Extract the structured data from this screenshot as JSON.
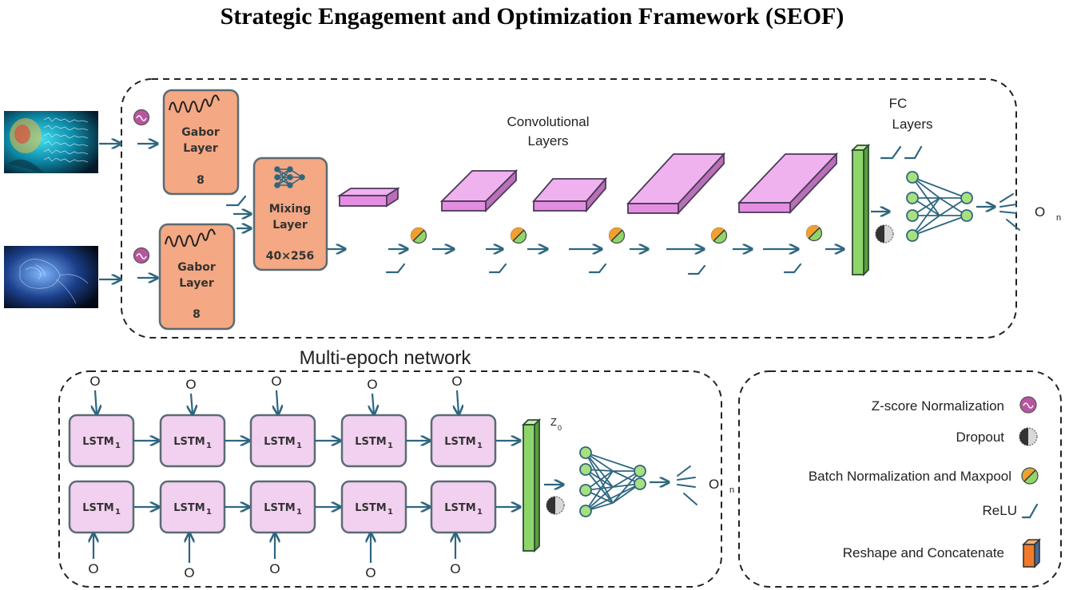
{
  "title": "Strategic Engagement and Optimization Framework (SEOF)",
  "single_epoch": {
    "gabor_layers": [
      {
        "label_line1": "Gabor",
        "label_line2": "Layer",
        "count": "8"
      },
      {
        "label_line1": "Gabor",
        "label_line2": "Layer",
        "count": "8"
      }
    ],
    "mixing_layer": {
      "label_line1": "Mixing",
      "label_line2": "Layer",
      "size": "40×256"
    },
    "conv_label_line1": "Convolutional",
    "conv_label_line2": "Layers",
    "fc_label_line1": "FC",
    "fc_label_line2": "Layers",
    "output_label": "O",
    "output_sub": "n"
  },
  "multi_epoch": {
    "title": "Multi-epoch network",
    "lstm_label": "LSTM",
    "lstm_sub": "1",
    "input_label": "O",
    "z_label": "Z",
    "z_sub": "0",
    "output_label": "O",
    "output_sub": "n"
  },
  "legend": [
    {
      "label": "Z-score Normalization",
      "icon": "zscore-icon"
    },
    {
      "label": "Dropout",
      "icon": "dropout-icon"
    },
    {
      "label": "Batch Normalization and Maxpool",
      "icon": "batchnorm-icon"
    },
    {
      "label": "ReLU",
      "icon": "relu-icon"
    },
    {
      "label": "Reshape and Concatenate",
      "icon": "reshape-icon"
    }
  ],
  "colors": {
    "gabor_fill": "#f4a883",
    "gabor_stroke": "#5a6b73",
    "conv_fill": "#e38ee0",
    "conv_stroke": "#5a4a6b",
    "green_bar": "#8fd66a",
    "lstm_fill": "#f2d0f0",
    "node_fill": "#a8e07e",
    "arrow": "#2e6680",
    "zscore": "#b9559f"
  }
}
